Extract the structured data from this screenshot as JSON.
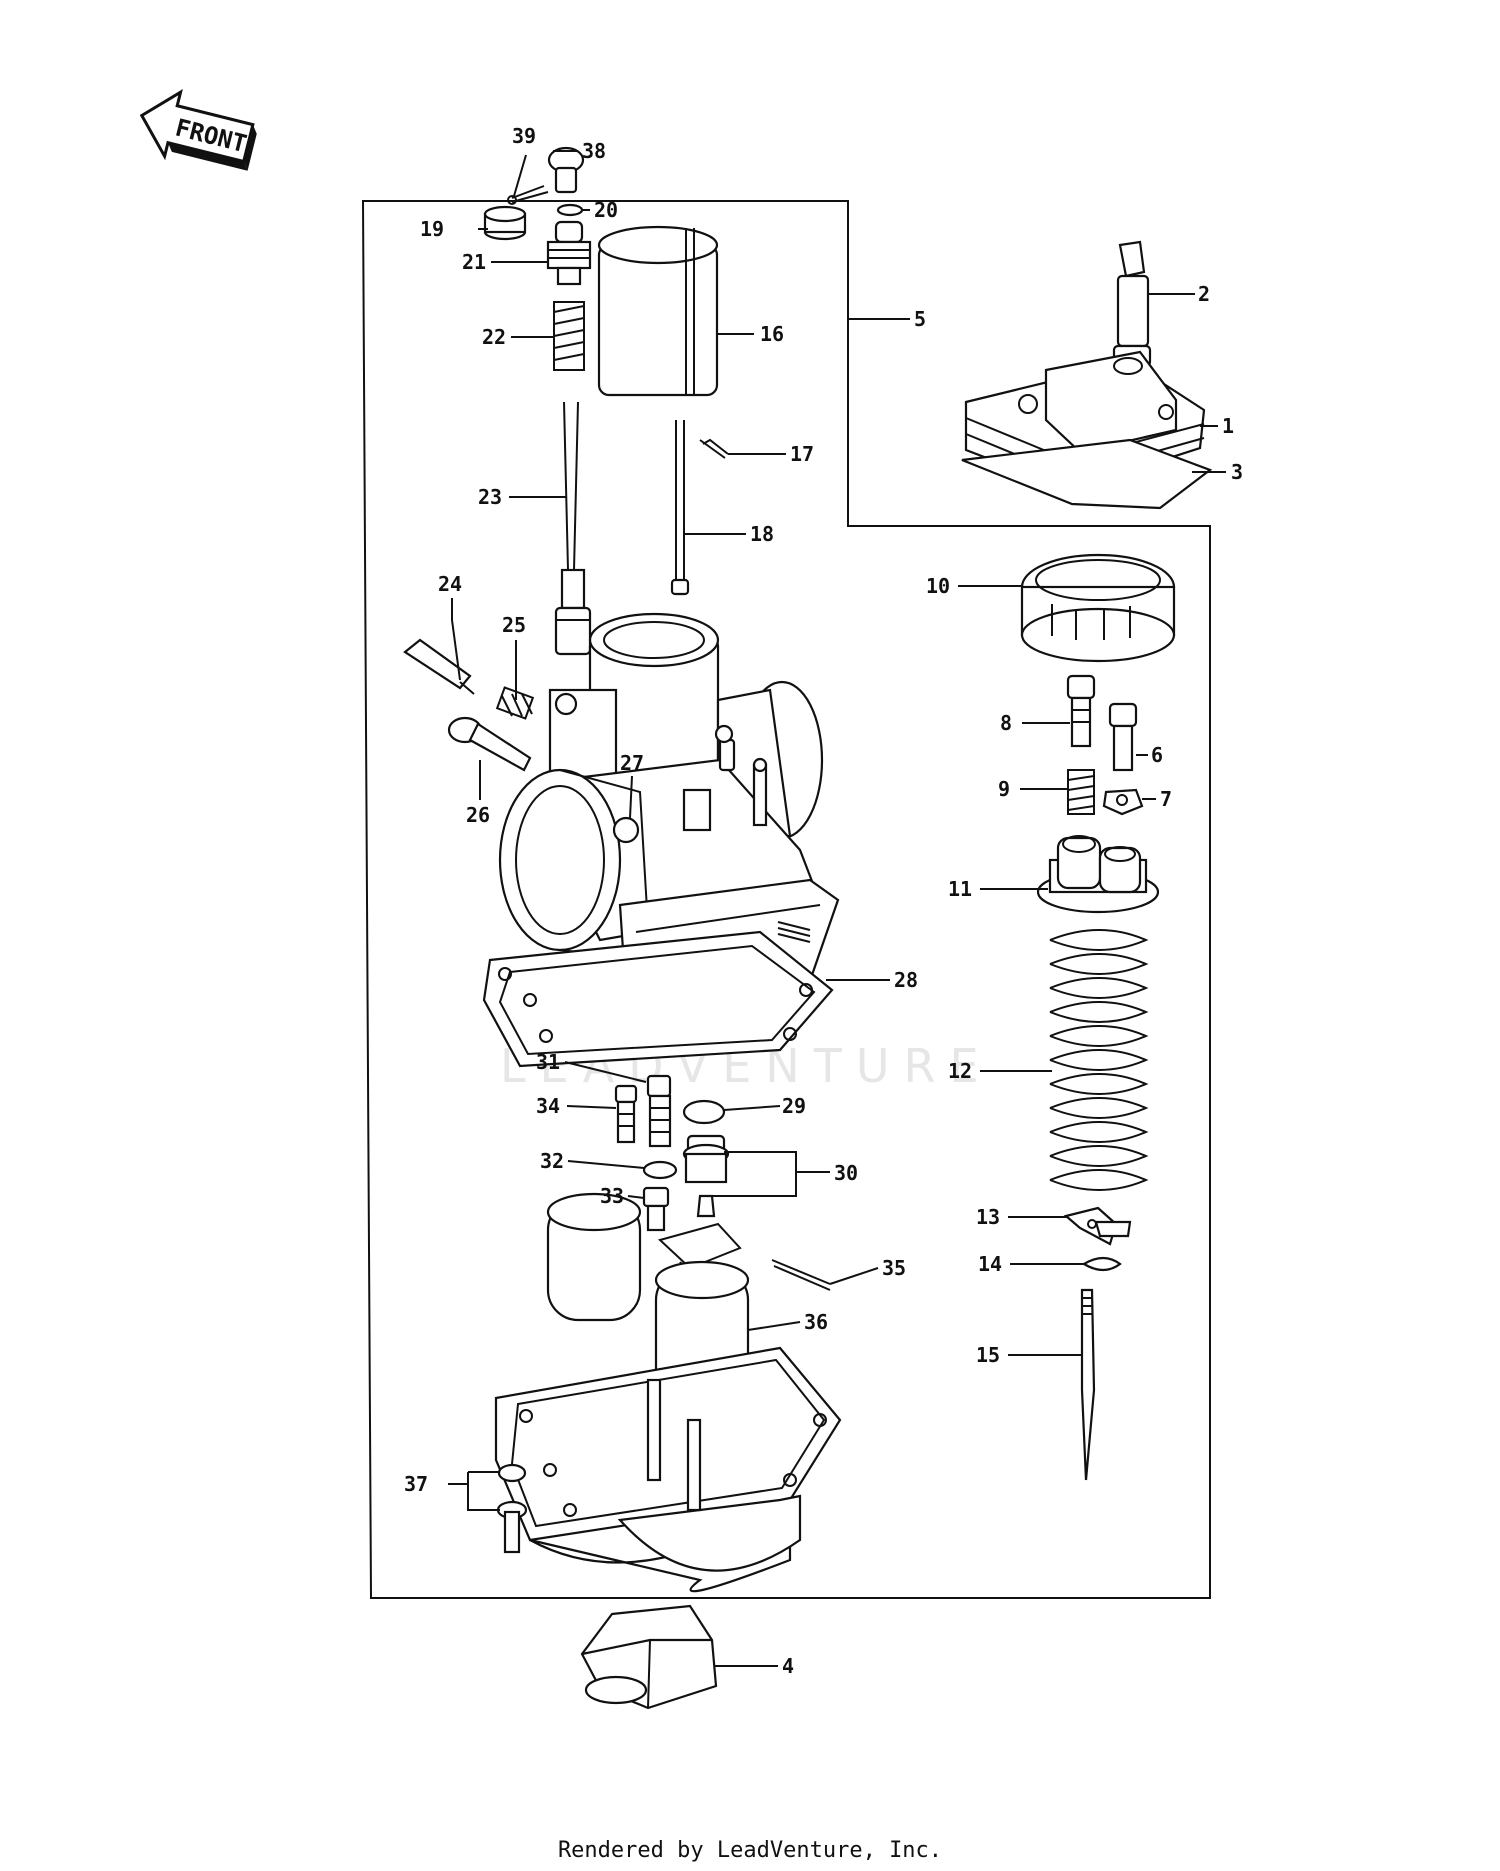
{
  "front_label": "FRONT",
  "watermark": "LEADVENTURE",
  "footer": "Rendered by LeadVenture, Inc.",
  "callouts": {
    "c1": "1",
    "c2": "2",
    "c3": "3",
    "c4": "4",
    "c5": "5",
    "c6": "6",
    "c7": "7",
    "c8": "8",
    "c9": "9",
    "c10": "10",
    "c11": "11",
    "c12": "12",
    "c13": "13",
    "c14": "14",
    "c15": "15",
    "c16": "16",
    "c17": "17",
    "c18": "18",
    "c19": "19",
    "c20": "20",
    "c21": "21",
    "c22": "22",
    "c23": "23",
    "c24": "24",
    "c25": "25",
    "c26": "26",
    "c27": "27",
    "c28": "28",
    "c29": "29",
    "c30": "30",
    "c31": "31",
    "c32": "32",
    "c33": "33",
    "c34": "34",
    "c35": "35",
    "c36": "36",
    "c37": "37",
    "c38": "38",
    "c39": "39"
  }
}
